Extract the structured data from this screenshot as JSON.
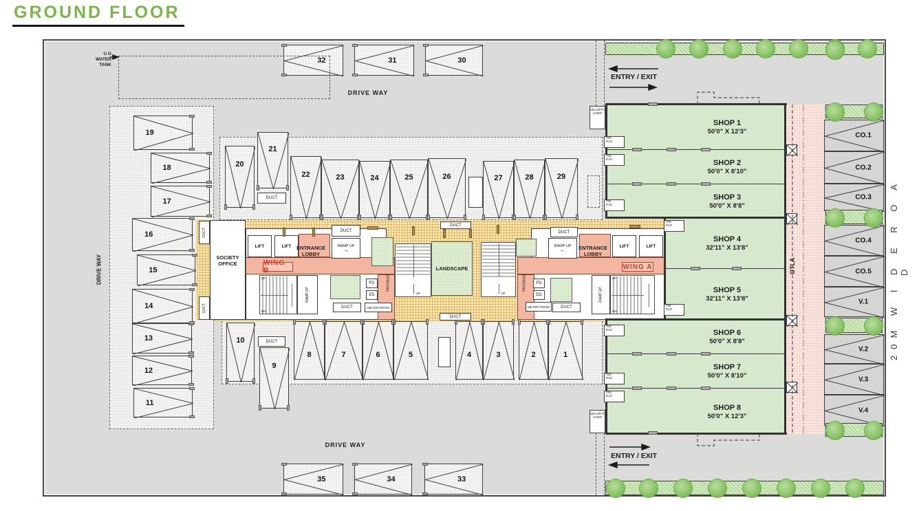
{
  "title": "GROUND FLOOR",
  "colors": {
    "title_green": "#7ab648",
    "shop_green": "#d6e9cc",
    "landscape_green": "#dcedd1",
    "lobby_pink": "#f3b6a1",
    "otla_pink": "#fae6df",
    "plinth_yellow": "#f9e9b8",
    "driveway_gray": "#dbdbd9",
    "tree_green": "#85c263",
    "accent_red": "#d43a2a"
  },
  "icons": {
    "arrow_right": "→",
    "arrow_left": "←",
    "arrow_up": "↑"
  },
  "labels": {
    "drive_way": "DRIVE WAY",
    "entry_exit": "ENTRY / EXIT",
    "security": [
      "SECURITY",
      "CABIN"
    ],
    "ug_tank": [
      "U G",
      "WATER",
      "TANK"
    ],
    "road": "20M  W I D E  R O A D",
    "otla": "OTLA",
    "landscape": "LANDSCAPE",
    "passage": "PASSAGE",
    "society": [
      "SOCIETY",
      "OFFICE"
    ],
    "entrance": [
      "ENTRANCE",
      "LOBBY"
    ],
    "wing_a": "WING A",
    "wing_b": "WING B",
    "duct": "DUCT",
    "ramp_up": "RAMP UP",
    "lift": "LIFT",
    "up": "UP",
    "dn": "DN",
    "fd": "FD",
    "ed": "ED",
    "meter_room": "METER ROOM",
    "toi": "TOI.",
    "toi_size": "5'x4'"
  },
  "shops": [
    {
      "name": "SHOP 1",
      "size": "50'0\" X 12'3\""
    },
    {
      "name": "SHOP 2",
      "size": "50'0\" X 8'10\""
    },
    {
      "name": "SHOP 3",
      "size": "50'0\" X 8'8\""
    },
    {
      "name": "SHOP 4",
      "size": "32'11\" X 13'8\""
    },
    {
      "name": "SHOP 5",
      "size": "32'11\" X 13'8\""
    },
    {
      "name": "SHOP 6",
      "size": "50'0\" X 8'8\""
    },
    {
      "name": "SHOP 7",
      "size": "50'0\" X 8'10\""
    },
    {
      "name": "SHOP 8",
      "size": "50'0\" X 12'3\""
    }
  ],
  "covered_stalls": [
    "CO.1",
    "CO.2",
    "CO.3",
    "CO.4",
    "CO.5"
  ],
  "visitor_stalls": [
    "V.1",
    "V.2",
    "V.3",
    "V.4"
  ],
  "numbered_stalls": [
    "1",
    "2",
    "3",
    "4",
    "5",
    "6",
    "7",
    "8",
    "9",
    "10",
    "11",
    "12",
    "13",
    "14",
    "15",
    "16",
    "17",
    "18",
    "19",
    "20",
    "21",
    "22",
    "23",
    "24",
    "25",
    "26",
    "27",
    "28",
    "29",
    "30",
    "31",
    "32",
    "33",
    "34",
    "35"
  ]
}
